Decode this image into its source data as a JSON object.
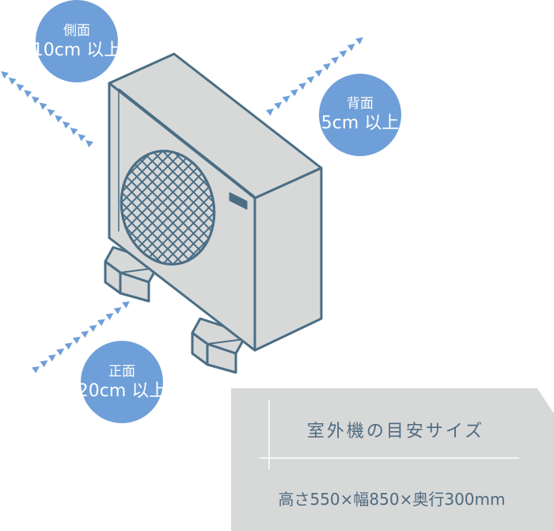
{
  "labels": {
    "side": {
      "title": "側面",
      "value": "10cm 以上"
    },
    "back": {
      "title": "背面",
      "value": "5cm 以上"
    },
    "front": {
      "title": "正面",
      "value": "20cm 以上"
    }
  },
  "info": {
    "title": "室外機の目安サイズ",
    "size": "高さ550×幅850×奥行300mm"
  },
  "colors": {
    "circle": "#6f9fd8",
    "unit_fill": "#d7d8d8",
    "unit_stroke": "#4a6e85",
    "panel": "#d7d8d8",
    "panel_text": "#4f6b80"
  }
}
